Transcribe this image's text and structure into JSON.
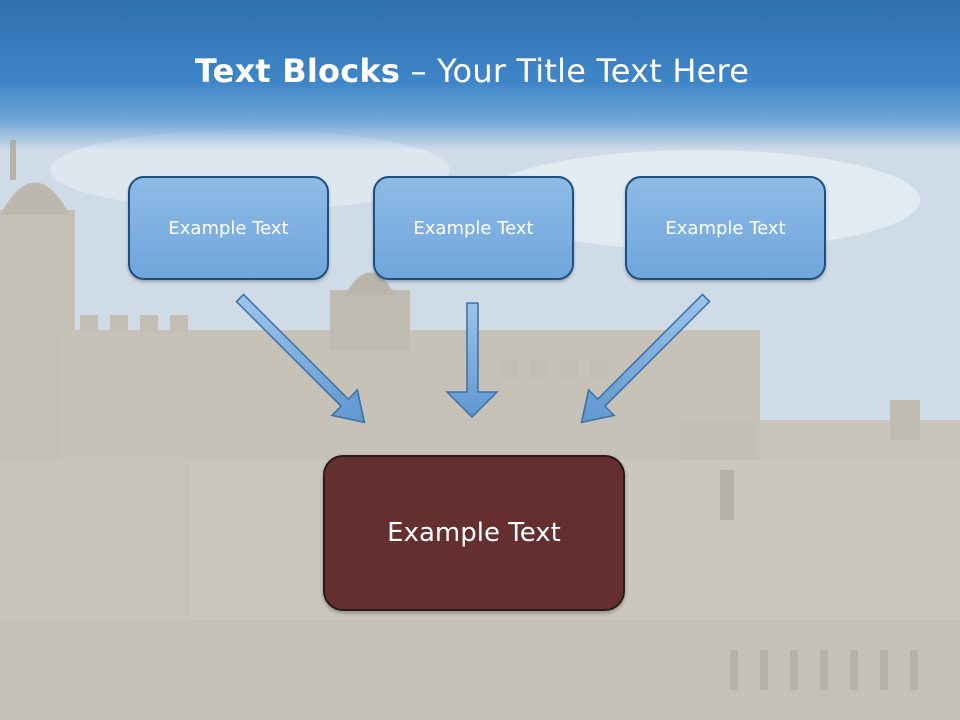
{
  "slide": {
    "title_bold": "Text Blocks",
    "title_dash": " – ",
    "title_rest": "Your Title Text Here",
    "boxes": [
      {
        "label": "Example Text"
      },
      {
        "label": "Example Text"
      },
      {
        "label": "Example Text"
      }
    ],
    "target": {
      "label": "Example Text"
    },
    "colors": {
      "header": "#3f86c8",
      "box_fill": "#7ab0e0",
      "box_border": "#1f4f7f",
      "target_fill": "#652f30",
      "arrow": "#6fa3d6"
    }
  }
}
